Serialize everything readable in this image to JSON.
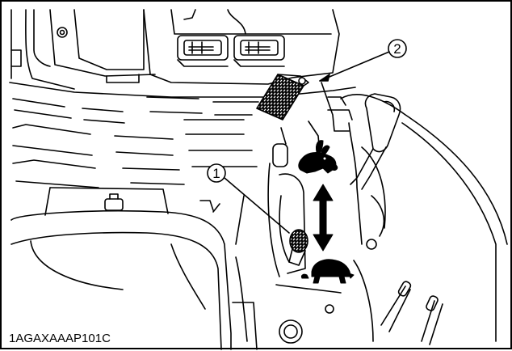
{
  "figure": {
    "code": "1AGAXAAAP101C",
    "callouts": [
      "1",
      "2"
    ],
    "icons": [
      "rabbit-icon",
      "turtle-icon",
      "double-arrow-icon"
    ]
  }
}
